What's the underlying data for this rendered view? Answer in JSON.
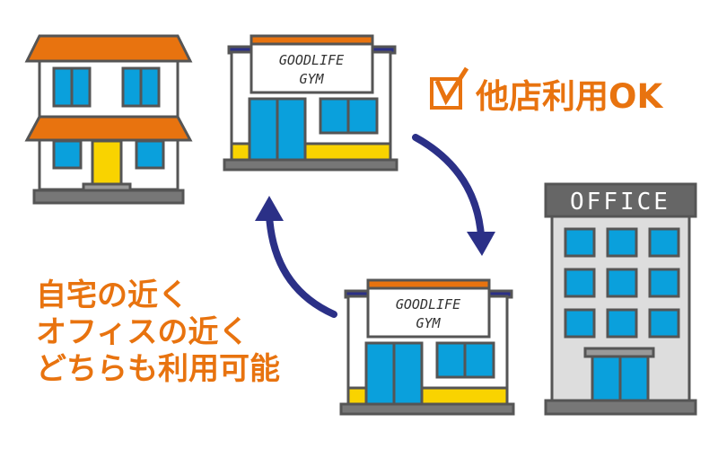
{
  "headline": {
    "text": "他店利用OK",
    "icon": "checkbox-check-icon"
  },
  "caption": {
    "lines": [
      "自宅の近く",
      "オフィスの近く",
      "どちらも利用可能"
    ]
  },
  "gym_sign": {
    "line1": "GOODLIFE",
    "line2": "GYM"
  },
  "office_sign": "OFFICE",
  "colors": {
    "orange": "#E8730F",
    "blue": "#0AA0DC",
    "yellow": "#F9D300",
    "navy": "#2B3087",
    "gray": "#555555"
  }
}
